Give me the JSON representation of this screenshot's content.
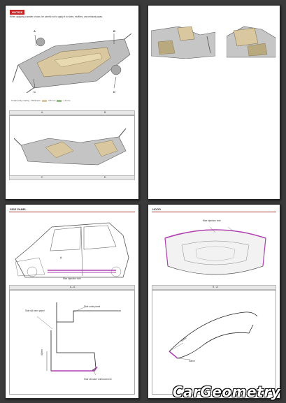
{
  "page1": {
    "notice_label": "NOTICE",
    "notice_text": "When applying a sealer or wax, be careful not to apply it to holes, mufflers, and exhaust pipes.",
    "callouts": [
      "A",
      "B",
      "C",
      "D"
    ],
    "legend": [
      "Under body coating",
      "Thickness:",
      "0.5 mm",
      "1.0 mm"
    ],
    "band1": [
      "A",
      "B"
    ],
    "band2": [
      "C",
      "D"
    ]
  },
  "page3": {
    "title": "SIDE PANEL",
    "callout_a": "A",
    "wax_hole": "Wax injection hole",
    "section": "A - A",
    "labels": {
      "inner": "Side sill inner panel",
      "outer": "Side outer panel",
      "reinf": "Side sill outer reinforcement",
      "dim": "40mm"
    }
  },
  "page4": {
    "title": "HOOD",
    "wax_hole": "Wax injection hole",
    "section": "S - A",
    "dim1": "30mm",
    "dim2": "30mm"
  },
  "watermark": "CarGeometry"
}
